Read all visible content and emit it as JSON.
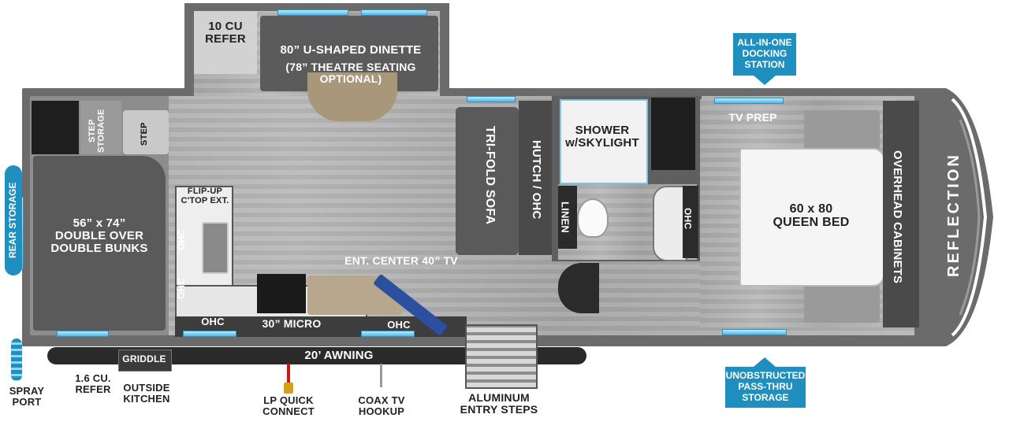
{
  "floorplan": {
    "refer_top": "10 CU\nREFER",
    "dinette": "80” U-SHAPED DINETTE",
    "dinette_sub": "(78” THEATRE SEATING\nOPTIONAL)",
    "step_storage": "STEP\nSTORAGE",
    "step": "STEP",
    "bunks": "56” x 74”\nDOUBLE OVER\nDOUBLE BUNKS",
    "flipup": "FLIP-UP\nC'TOP EXT.",
    "ohc_left_top": "OHC",
    "ohc_left_bottom": "OHC",
    "ohc_bottom_left": "OHC",
    "micro": "30” MICRO",
    "ohc_bottom_mid": "OHC",
    "ent_center": "ENT. CENTER 40” TV",
    "sofa": "TRI-FOLD SOFA",
    "hutch": "HUTCH / OHC",
    "shower": "SHOWER\nw/SKYLIGHT",
    "linen": "LINEN",
    "ohc_bath": "OHC",
    "tv_prep": "TV PREP",
    "bed": "60 x 80\nQUEEN BED",
    "overhead_cabinets": "OVERHEAD CABINETS",
    "brand": "REFLECTION",
    "awning": "20’ AWNING",
    "griddle": "GRIDDLE"
  },
  "callouts": {
    "docking": "ALL-IN-ONE\nDOCKING\nSTATION",
    "rear_storage": "REAR STORAGE",
    "passthru": "UNOBSTRUCTED\nPASS-THRU\nSTORAGE"
  },
  "exterior": {
    "spray_port": "SPRAY\nPORT",
    "refer": "1.6 CU.\nREFER",
    "outside_kitchen": "OUTSIDE\nKITCHEN",
    "lp": "LP QUICK\nCONNECT",
    "coax": "COAX TV\nHOOKUP",
    "steps": "ALUMINUM\nENTRY STEPS"
  },
  "colors": {
    "wall": "#6b6b6b",
    "floor": "#b0b0b0",
    "callout": "#1f8fbf",
    "awning": "#2a2a2a",
    "lp_line": "#d0161b"
  }
}
